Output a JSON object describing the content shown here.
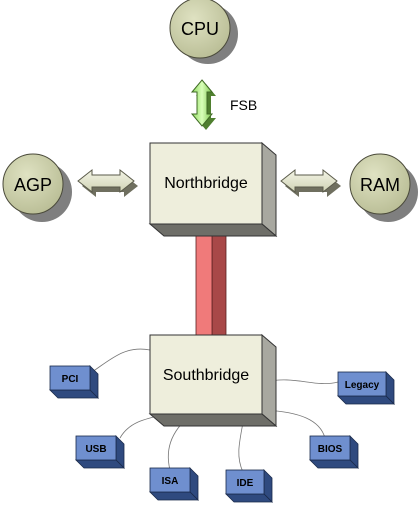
{
  "nodes": {
    "cpu": "CPU",
    "agp": "AGP",
    "ram": "RAM",
    "northbridge": "Northbridge",
    "southbridge": "Southbridge"
  },
  "bus_labels": {
    "fsb": "FSB"
  },
  "peripherals": {
    "pci": "PCI",
    "usb": "USB",
    "isa": "ISA",
    "ide": "IDE",
    "bios": "BIOS",
    "legacy": "Legacy"
  },
  "colors": {
    "circle_fill": "#c9cdaa",
    "circle_shadow": "#8a8a8a",
    "chip_front": "#eeeedc",
    "chip_side": "#a8a8a0",
    "small_box_front": "#6f8fcf",
    "small_box_side": "#2f4a7f",
    "fsb_arrow": "#b6f08a",
    "side_arrow": "#e4e6cf",
    "hub_link_front": "#f07a7a",
    "hub_link_side": "#a84848"
  }
}
